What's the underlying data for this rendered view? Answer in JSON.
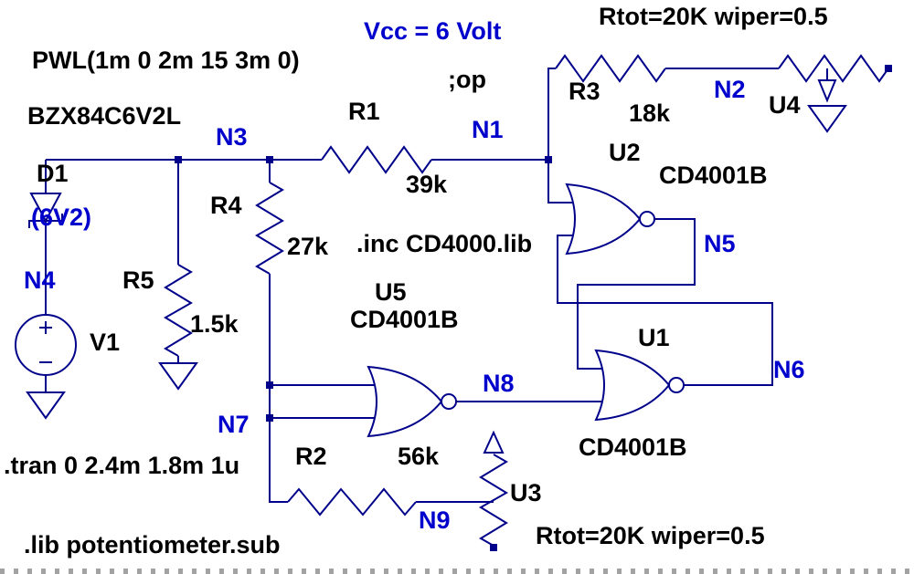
{
  "app": "schematic-editor",
  "colors": {
    "background": "#FFFFFF",
    "wire": "#00008B",
    "net_label": "#0000CD",
    "component_text": "#000000"
  },
  "directives": {
    "pwl": "PWL(1m 0 2m 15 3m 0)",
    "vcc": "Vcc = 6 Volt",
    "op": ";op",
    "inc": ".inc CD4000.lib",
    "tran": ".tran 0 2.4m 1.8m 1u",
    "lib": ".lib potentiometer.sub",
    "zener_model": "BZX84C6V2L",
    "rtot_top": "Rtot=20K wiper=0.5",
    "rtot_bottom": "Rtot=20K wiper=0.5"
  },
  "components": {
    "D1": {
      "ref": "D1",
      "value": "(6V2)"
    },
    "V1": {
      "ref": "V1"
    },
    "R1": {
      "ref": "R1",
      "value": "39k"
    },
    "R2": {
      "ref": "R2",
      "value": "56k"
    },
    "R3": {
      "ref": "R3",
      "value": "18k"
    },
    "R4": {
      "ref": "R4",
      "value": "27k"
    },
    "R5": {
      "ref": "R5",
      "value": "1.5k"
    },
    "U1": {
      "ref": "U1",
      "value": "CD4001B"
    },
    "U2": {
      "ref": "U2",
      "value": "CD4001B"
    },
    "U3": {
      "ref": "U3"
    },
    "U4": {
      "ref": "U4"
    },
    "U5": {
      "ref": "U5",
      "value": "CD4001B"
    }
  },
  "nets": {
    "n1": "N1",
    "n2": "N2",
    "n3": "N3",
    "n4": "N4",
    "n5": "N5",
    "n6": "N6",
    "n7": "N7",
    "n8": "N8",
    "n9": "N9"
  }
}
